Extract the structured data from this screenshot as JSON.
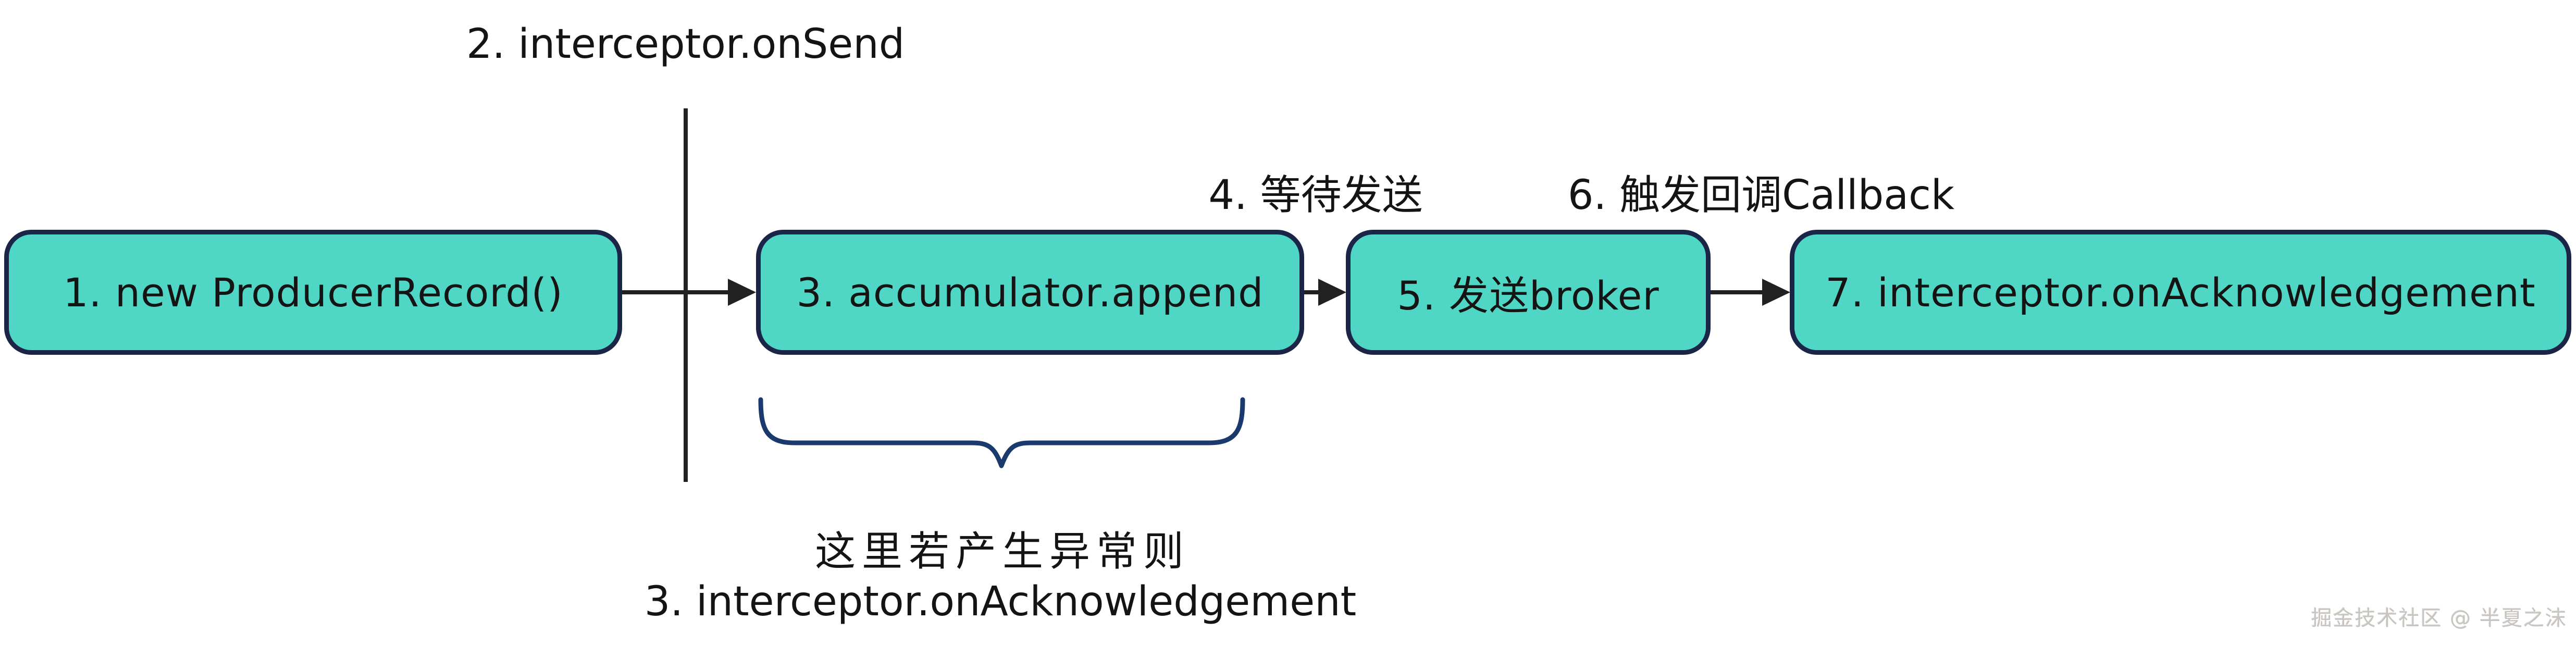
{
  "diagram": {
    "title_context": "Kafka producer send flow",
    "colors": {
      "background": "#ffffff",
      "node_fill": "#4fd6c5",
      "node_border": "#1b2547",
      "arrow": "#212121",
      "brace": "#1a3a6e",
      "text": "#141414",
      "watermark": "#c8c4c0"
    },
    "nodes": [
      {
        "id": "node-1",
        "label": "1. new ProducerRecord()"
      },
      {
        "id": "node-3",
        "label": "3. accumulator.append"
      },
      {
        "id": "node-5",
        "label": "5. 发送broker"
      },
      {
        "id": "node-7",
        "label": "7. interceptor.onAcknowledgement"
      }
    ],
    "annotations": {
      "step2": "2. interceptor.onSend",
      "step4": "4. 等待发送",
      "step6": "6. 触发回调Callback"
    },
    "exception_note": {
      "line1": "这里若产生异常则",
      "line2": "3. interceptor.onAcknowledgement"
    },
    "watermark": "掘金技术社区 @ 半夏之沫"
  }
}
